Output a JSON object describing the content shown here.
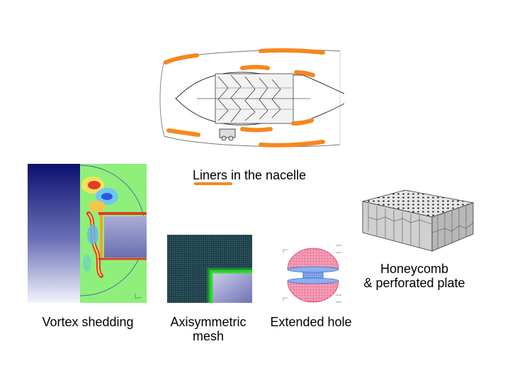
{
  "captions": {
    "liners": "Liners in the nacelle",
    "vortex": "Vortex shedding",
    "mesh_line1": "Axisymmetric",
    "mesh_line2": "mesh",
    "hole": "Extended hole",
    "honey_line1": "Honeycomb",
    "honey_line2": "& perforated plate"
  },
  "colors": {
    "liner_orange": "#f7871e",
    "vortex_navy": "#0b1070",
    "vortex_green": "#8ef07a",
    "mesh_green": "#22e01e",
    "hole_pink": "#ef6a8c",
    "hole_blue": "#3b6fd8"
  }
}
